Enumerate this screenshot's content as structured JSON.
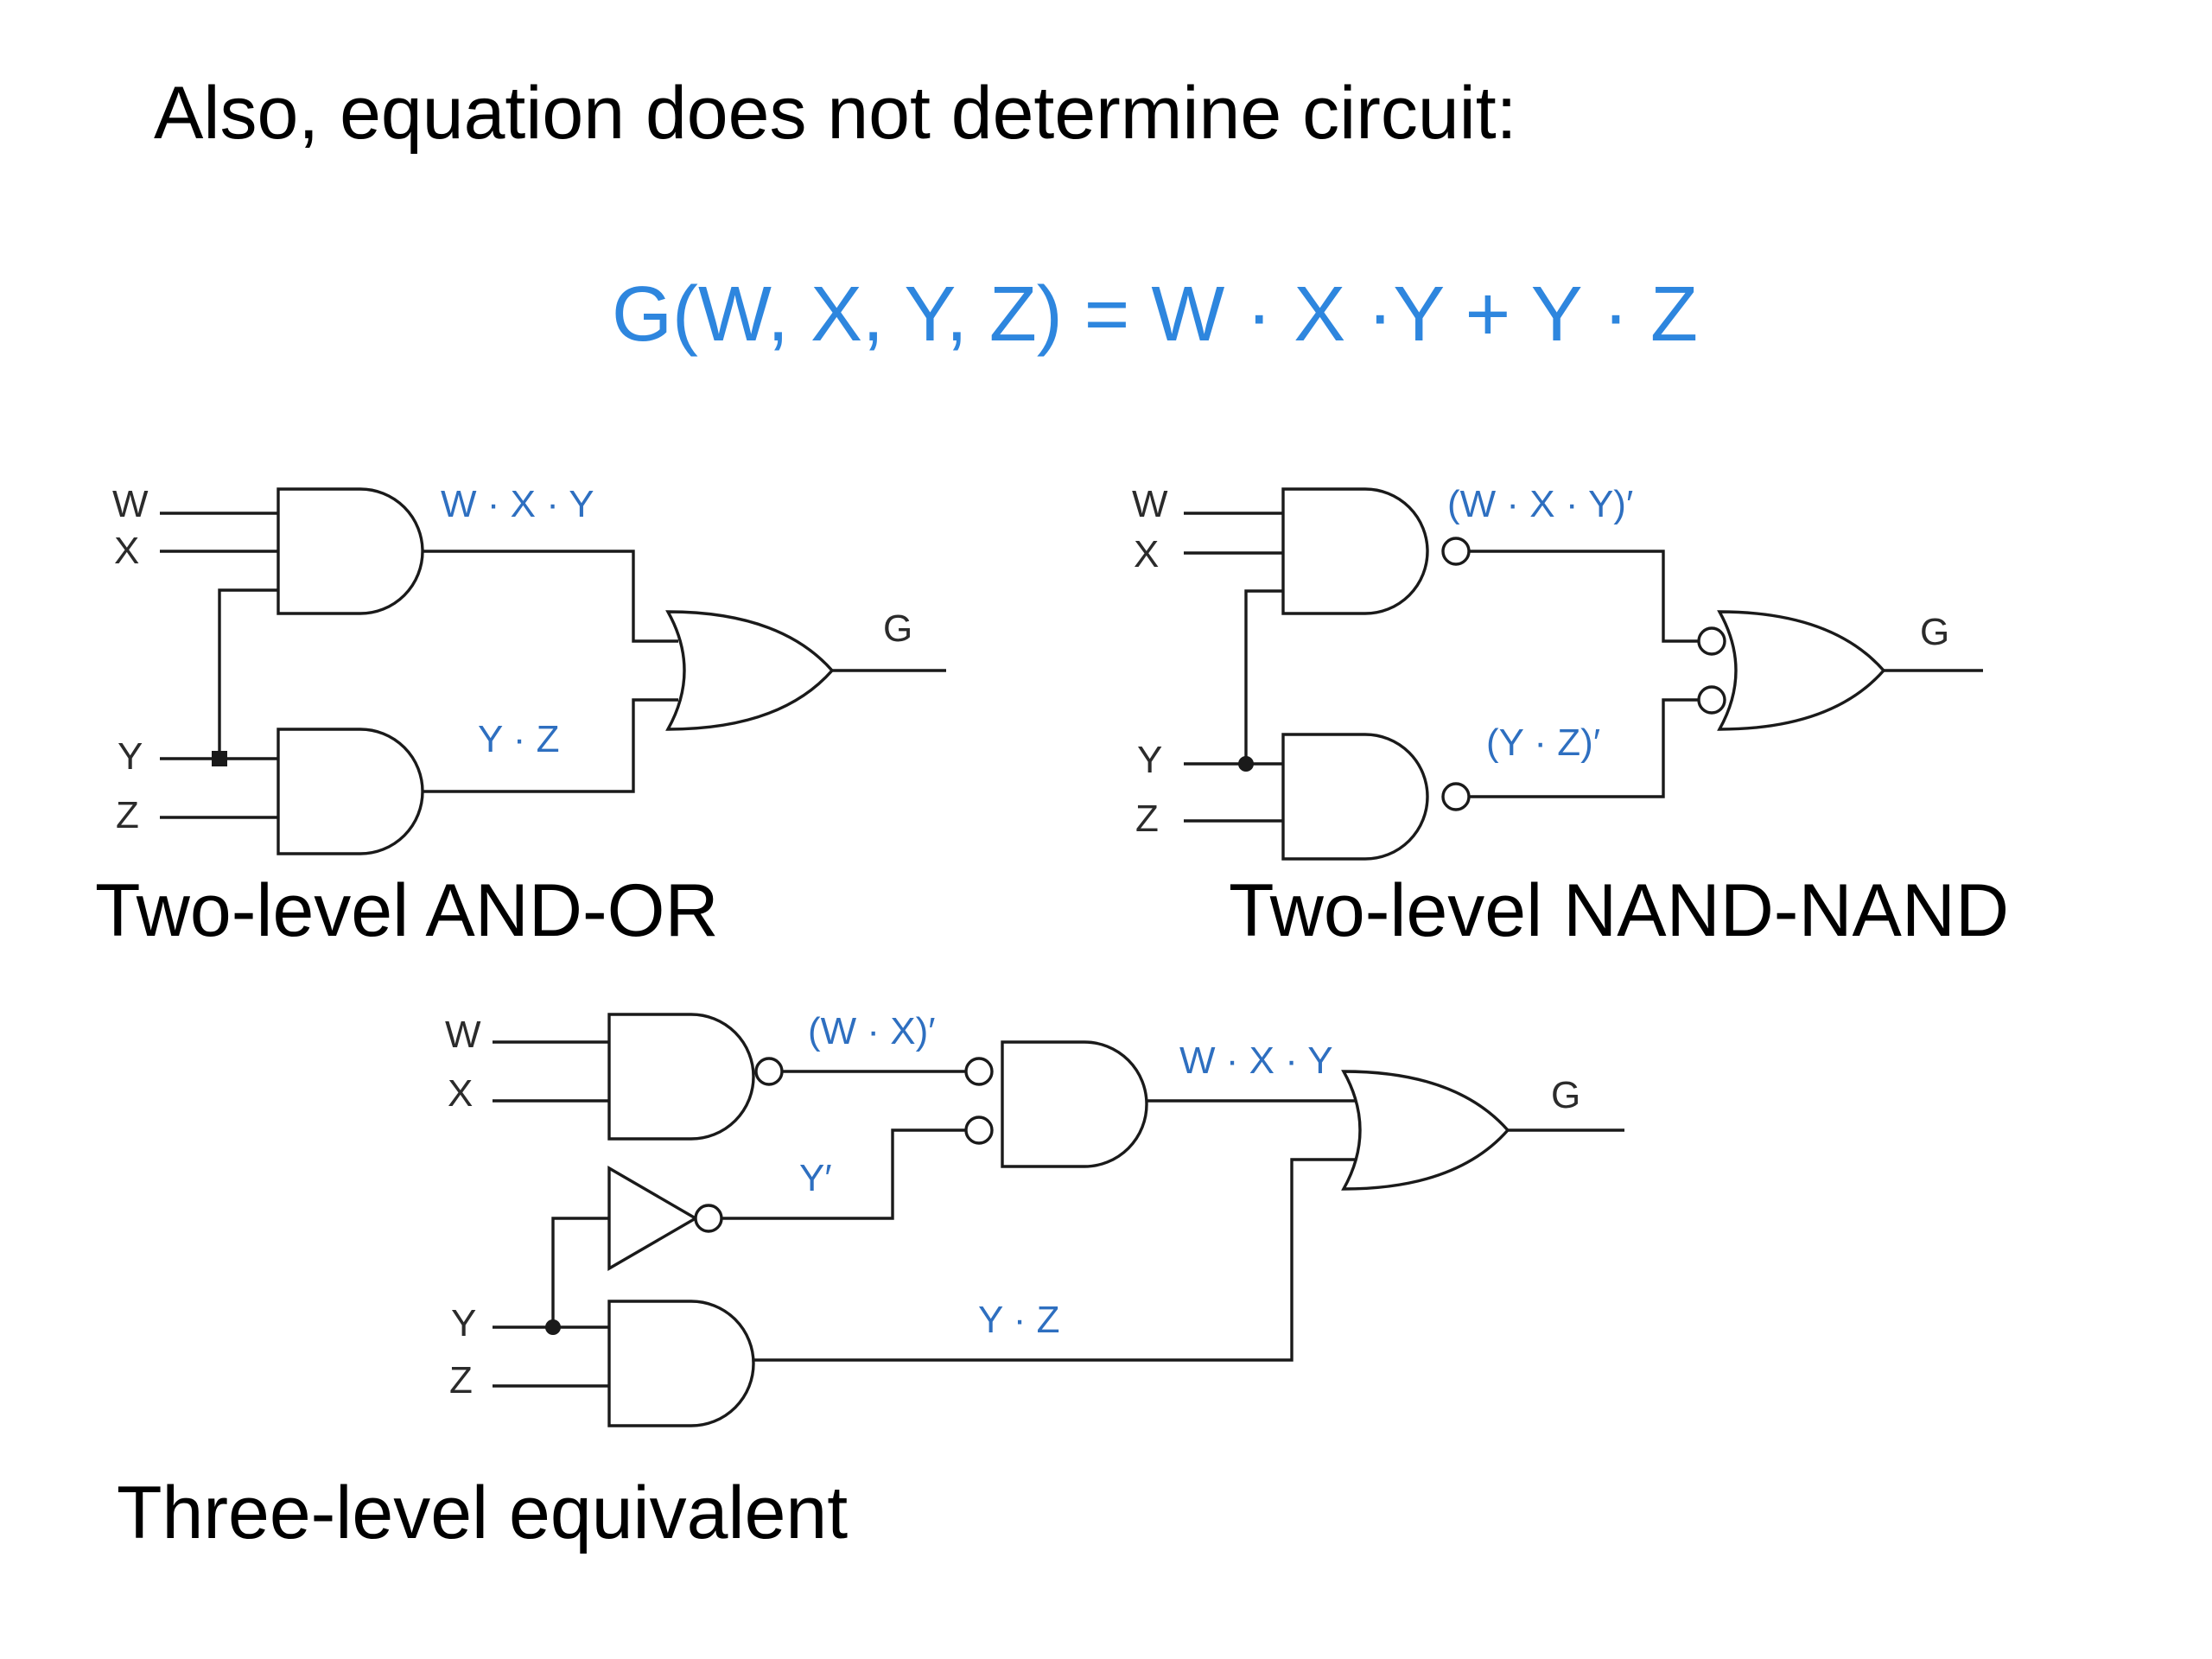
{
  "slide": {
    "title": "Also, equation does not determine circuit:",
    "equation": "G(W, X, Y, Z) = W · X ·Y + Y · Z"
  },
  "circuits": {
    "and_or": {
      "caption": "Two-level AND-OR",
      "inputs": [
        "W",
        "X",
        "Y",
        "Z"
      ],
      "output": "G",
      "labels": [
        "W · X · Y",
        "Y · Z"
      ]
    },
    "nand_nand": {
      "caption": "Two-level NAND-NAND",
      "inputs": [
        "W",
        "X",
        "Y",
        "Z"
      ],
      "output": "G",
      "labels": [
        "(W · X · Y)′",
        "(Y · Z)′"
      ]
    },
    "three_level": {
      "caption": "Three-level equivalent",
      "inputs": [
        "W",
        "X",
        "Y",
        "Z"
      ],
      "output": "G",
      "labels": [
        "(W · X)′",
        "Y′",
        "W · X · Y",
        "Y · Z"
      ]
    }
  },
  "colors": {
    "text": "#000000",
    "equation": "#2e86de",
    "signal_label": "#2e6fc0",
    "wire": "#1a1a1a"
  }
}
